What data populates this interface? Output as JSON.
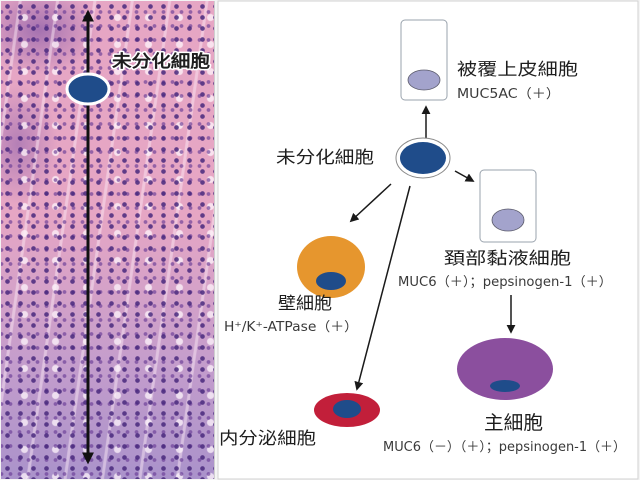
{
  "micrograph": {
    "label": "未分化細胞"
  },
  "diagram": {
    "undifferentiated": {
      "label": "未分化細胞"
    },
    "surface_mucous": {
      "label": "被覆上皮細胞",
      "marker": "MUC5AC（＋）"
    },
    "neck_mucous": {
      "label": "頚部黏液細胞",
      "marker": "MUC6（＋）；pepsinogen-1（＋）"
    },
    "parietal": {
      "label": "壁細胞",
      "marker": "H⁺/K⁺-ATPase（＋）"
    },
    "endocrine": {
      "label": "内分泌細胞"
    },
    "chief": {
      "label": "主細胞",
      "marker": "MUC6（－）（＋）；pepsinogen-1（＋）"
    }
  },
  "colors": {
    "nucleus": "#1f4c8a",
    "mucus_granule": "#a3a3cc",
    "parietal": "#e6962e",
    "endocrine": "#c21f3a",
    "chief": "#8b4f9e",
    "arrow": "#1a1a1a"
  }
}
